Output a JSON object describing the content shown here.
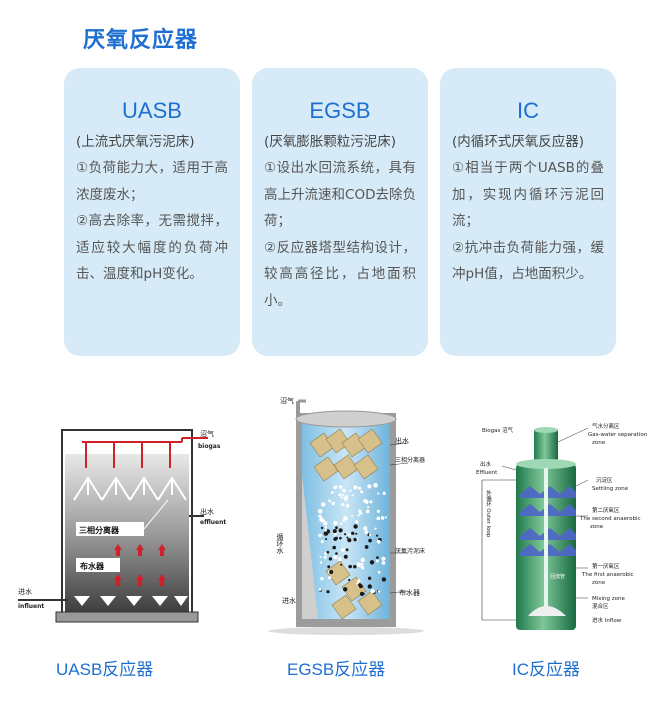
{
  "title": "厌氧反应器",
  "cards": [
    {
      "title": "UASB",
      "subtitle": "(上流式厌氧污泥床)",
      "points": [
        "①负荷能力大，适用于高浓度废水；",
        "②高去除率，无需搅拌，适应较大幅度的负荷冲击、温度和pH变化。"
      ]
    },
    {
      "title": "EGSB",
      "subtitle": "(厌氧膨胀颗粒污泥床)",
      "points": [
        "①设出水回流系统，具有高上升流速和COD去除负荷；",
        "②反应器塔型结构设计，较高高径比，占地面积小。"
      ]
    },
    {
      "title": "IC",
      "subtitle": "(内循环式厌氧反应器)",
      "points": [
        "①相当于两个UASB的叠加，实现内循环污泥回流；",
        "②抗冲击负荷能力强，缓冲pH值，占地面积少。"
      ]
    }
  ],
  "diagrams": {
    "uasb": {
      "caption": "UASB反应器",
      "labels": {
        "biogas_cn": "沼气",
        "biogas_en": "biogas",
        "effluent_cn": "出水",
        "effluent_en": "effluent",
        "separator": "三相分离器",
        "distributor": "布水器",
        "influent_cn": "进水",
        "influent_en": "influent"
      }
    },
    "egsb": {
      "caption": "EGSB反应器",
      "labels": {
        "biogas": "沼气",
        "effluent": "出水",
        "separator": "三相分离器",
        "recycle": "循环水",
        "sludge_bed": "厌氧污泥床",
        "influent": "进水",
        "distributor": "布水器"
      }
    },
    "ic": {
      "caption": "IC反应器",
      "labels": {
        "biogas": "Biogas 沼气",
        "gas_sep_cn": "气水分离区",
        "gas_sep_en1": "Gas-water separation",
        "gas_sep_en2": "zone",
        "effluent_cn": "出水",
        "effluent_en": "Effluent",
        "outer_loop": "外循环 Outer loop",
        "settling_cn": "沉淀区",
        "settling_en": "Settling zone",
        "second_cn": "第二厌氧区",
        "second_en1": "The second anaerobic",
        "second_en2": "zone",
        "riser": "回流管",
        "first_cn": "第一厌氧区",
        "first_en1": "The first anaerobic",
        "first_en2": "zone",
        "mixing_en": "Mixing zone",
        "mixing_cn": "混合区",
        "inflow": "进水   Inflow"
      }
    }
  }
}
